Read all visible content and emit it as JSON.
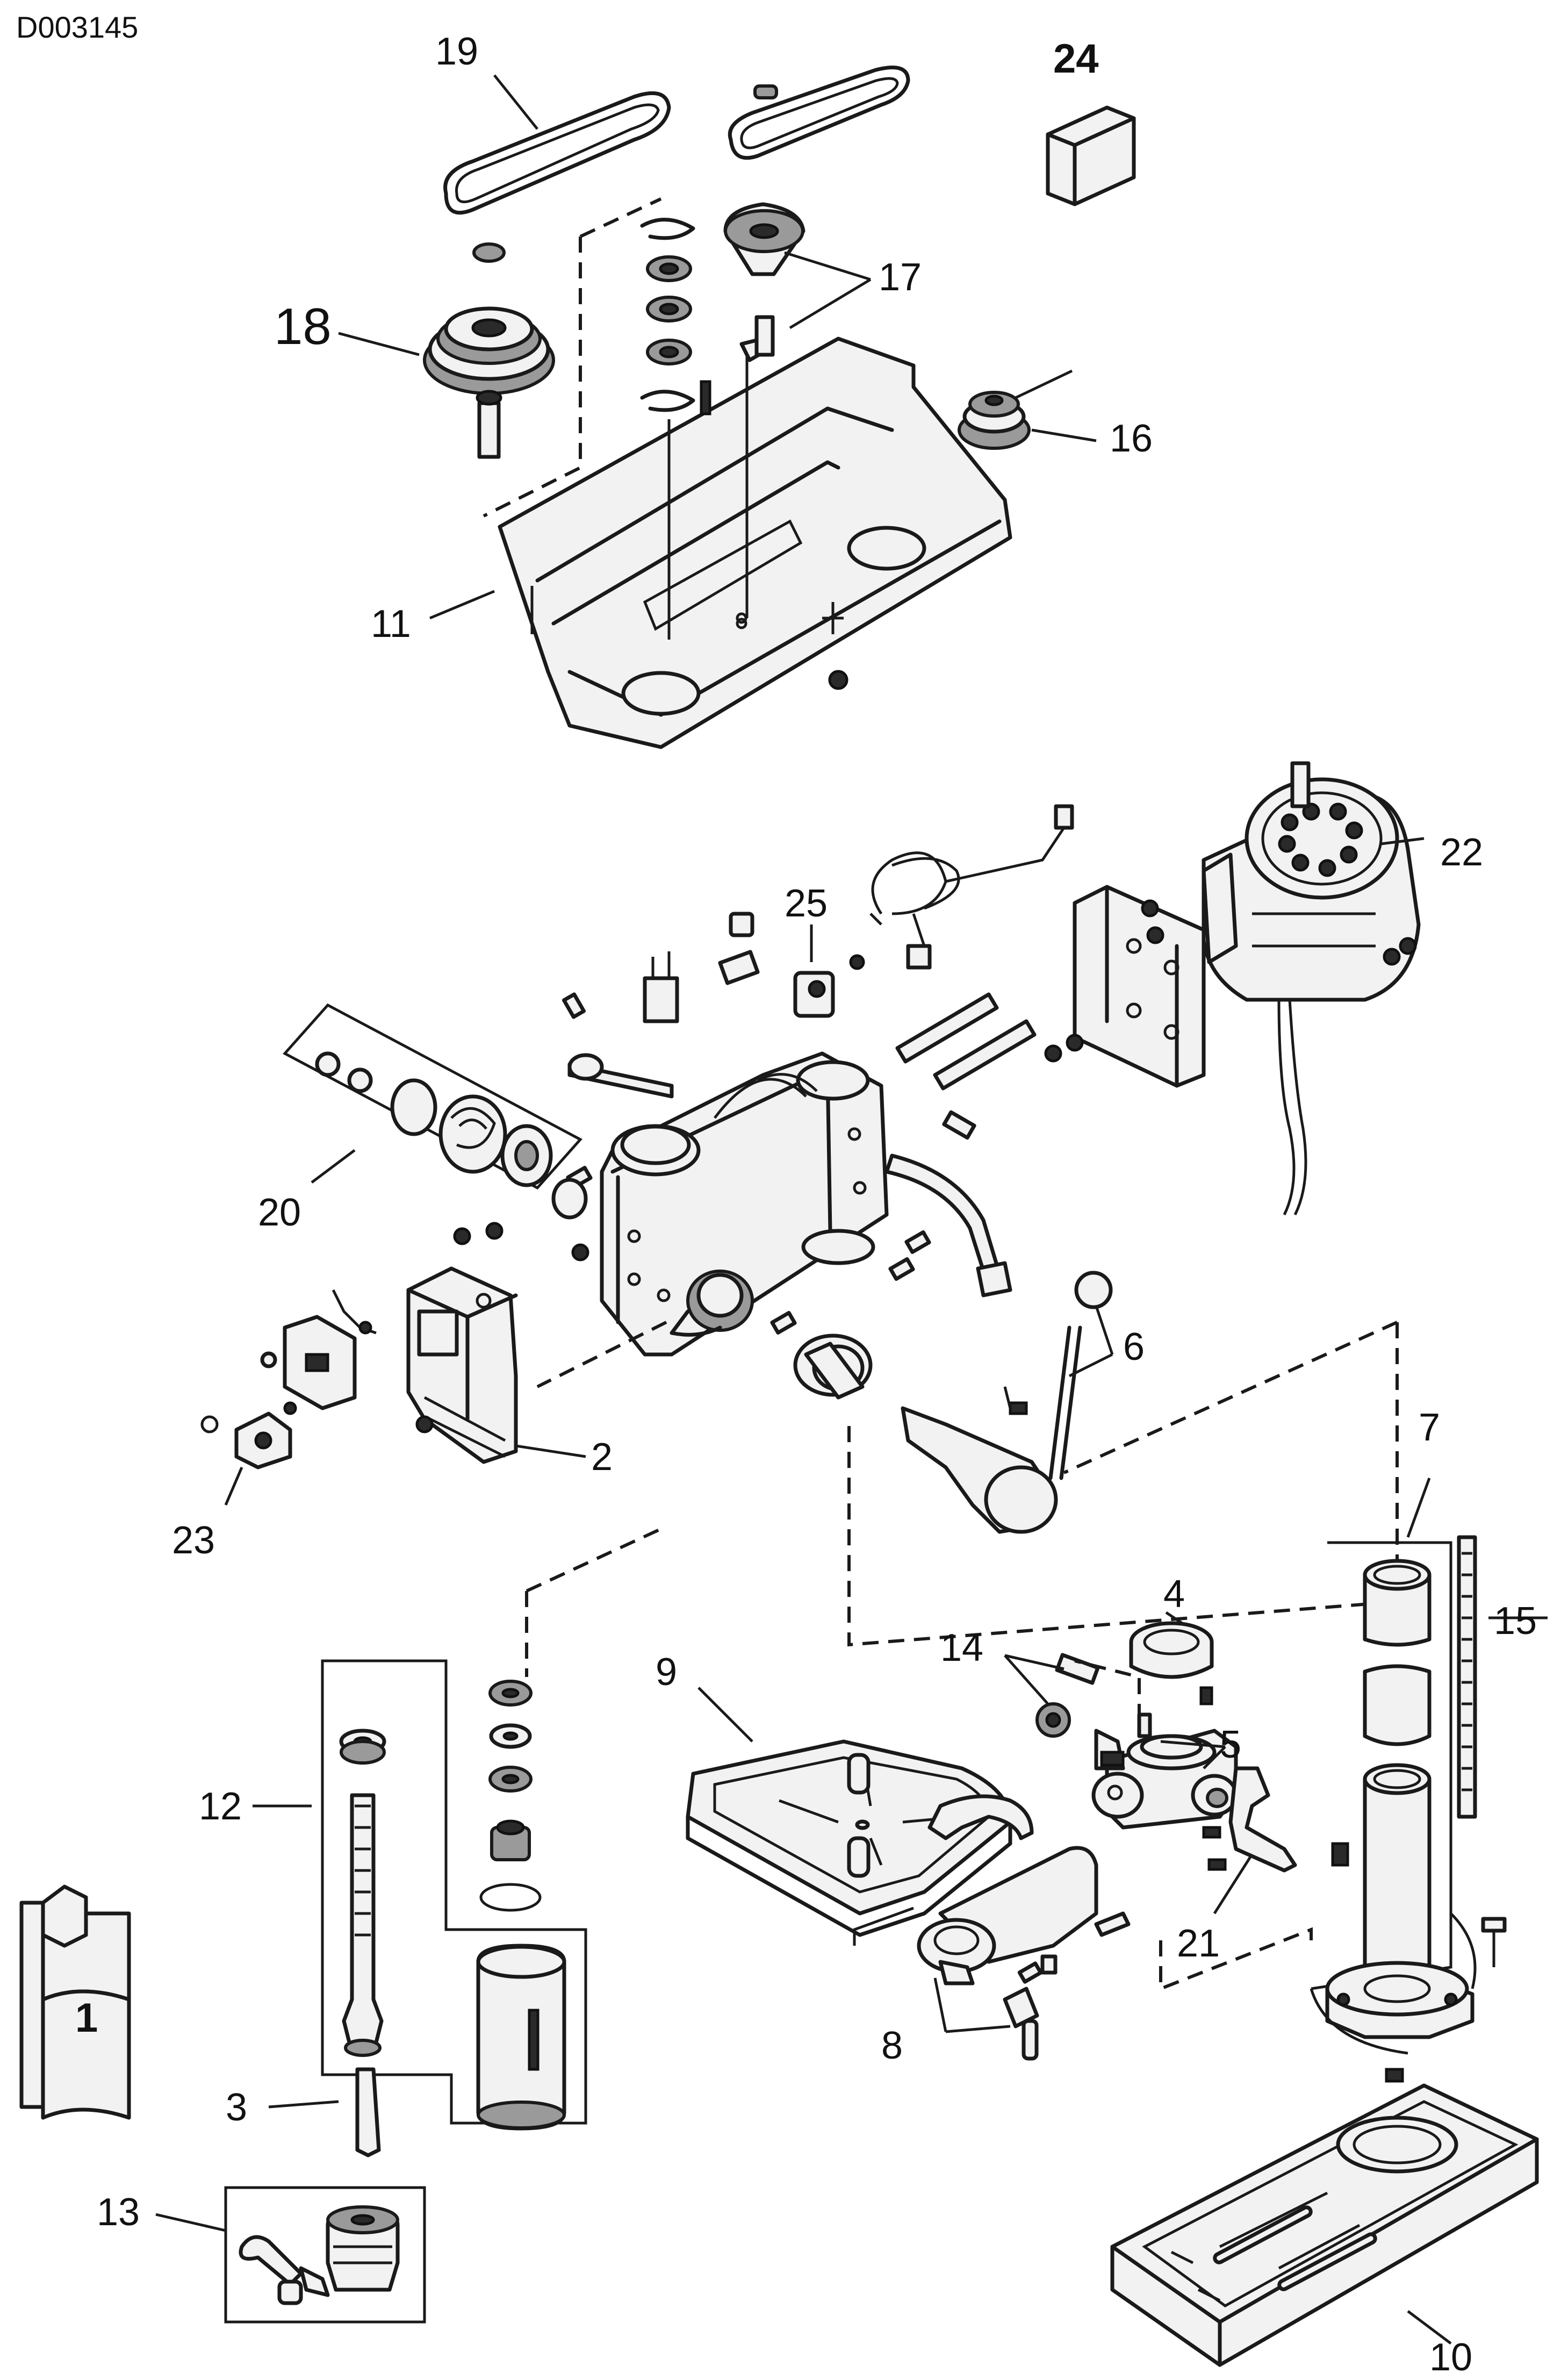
{
  "document_code": "D003145",
  "callouts": [
    {
      "id": "c1",
      "label": "1"
    },
    {
      "id": "c2",
      "label": "2"
    },
    {
      "id": "c3",
      "label": "3"
    },
    {
      "id": "c4",
      "label": "4"
    },
    {
      "id": "c5",
      "label": "5"
    },
    {
      "id": "c6",
      "label": "6"
    },
    {
      "id": "c7",
      "label": "7"
    },
    {
      "id": "c8",
      "label": "8"
    },
    {
      "id": "c9",
      "label": "9"
    },
    {
      "id": "c10",
      "label": "10"
    },
    {
      "id": "c11",
      "label": "11"
    },
    {
      "id": "c12",
      "label": "12"
    },
    {
      "id": "c13",
      "label": "13"
    },
    {
      "id": "c14",
      "label": "14"
    },
    {
      "id": "c15",
      "label": "15"
    },
    {
      "id": "c16",
      "label": "16"
    },
    {
      "id": "c17",
      "label": "17"
    },
    {
      "id": "c18",
      "label": "18"
    },
    {
      "id": "c19",
      "label": "19"
    },
    {
      "id": "c20",
      "label": "20"
    },
    {
      "id": "c21",
      "label": "21"
    },
    {
      "id": "c22",
      "label": "22"
    },
    {
      "id": "c23",
      "label": "23"
    },
    {
      "id": "c24",
      "label": "24"
    },
    {
      "id": "c25",
      "label": "25"
    }
  ]
}
